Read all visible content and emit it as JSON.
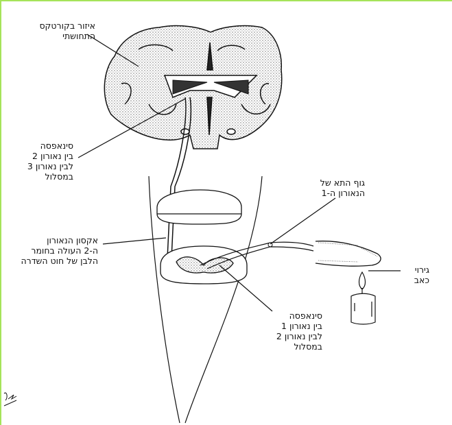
{
  "labels": {
    "sensory_cortex": [
      "איזור בקורטקס",
      "התחושתי"
    ],
    "synapse_2_3": [
      "סינאפסה",
      "בין נאורון 2",
      "לבין נאורון 3",
      "במסלול"
    ],
    "axon_neuron_2": [
      "אקסון הנאורון",
      "ה-2 העולה בחומר",
      "הלבן של חוט השדרה"
    ],
    "cell_body_neuron_1": [
      "גוף התא של",
      "הנאורון ה-1"
    ],
    "pain_stimulus": [
      "גירוי",
      "כאב"
    ],
    "synapse_1_2": [
      "סינאפסה",
      "בין נאורון 1",
      "לבין נאורון 2",
      "במסלול"
    ]
  },
  "colors": {
    "border": "#a6e35a",
    "ink": "#111111"
  }
}
